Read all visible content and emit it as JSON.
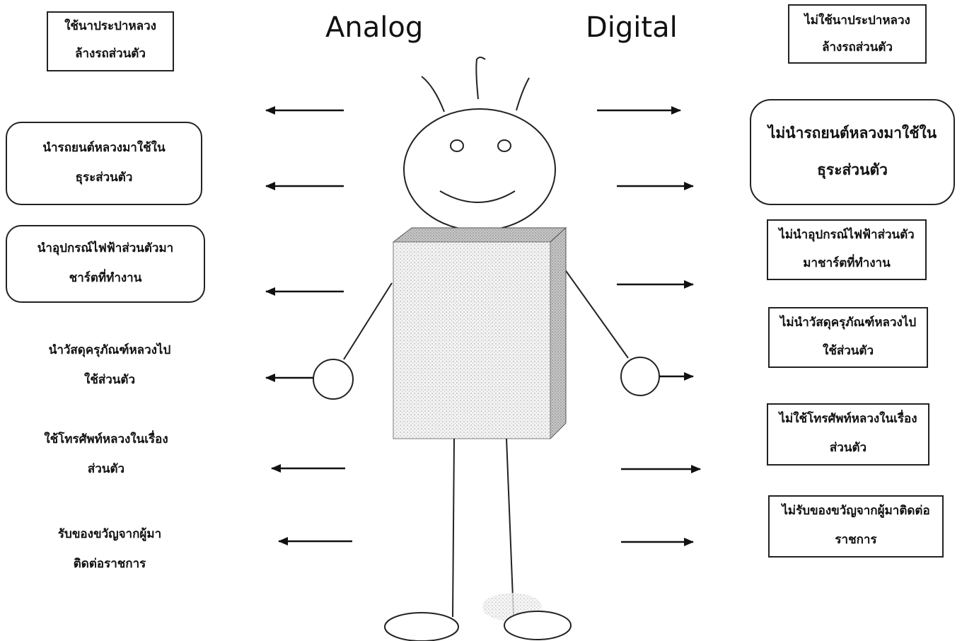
{
  "headings": {
    "analog": "Analog",
    "digital": "Digital"
  },
  "analog": [
    {
      "line1": "ใช้นาประปาหลวง",
      "line2": "ล้างรถส่วนตัว"
    },
    {
      "line1": "นำรถยนต์หลวงมาใช้ใน",
      "line2": "ธุระส่วนตัว"
    },
    {
      "line1": "นำอุปกรณ์ไฟฟ้าส่วนตัวมา",
      "line2": "ชาร์ตที่ทำงาน"
    },
    {
      "line1": "นำวัสดุครุภัณฑ์หลวงไป",
      "line2": "ใช้ส่วนตัว"
    },
    {
      "line1": "ใช้โทรศัพท์หลวงในเรื่อง",
      "line2": "ส่วนตัว"
    },
    {
      "line1": "รับของขวัญจากผู้มา",
      "line2": "ติดต่อราชการ"
    }
  ],
  "digital": [
    {
      "line1": "ไม่ใช้นาประปาหลวง",
      "line2": "ล้างรถส่วนตัว"
    },
    {
      "line1": "ไม่นำรถยนต์หลวงมาใช้ใน",
      "line2": "ธุระส่วนตัว"
    },
    {
      "line1": "ไม่นำอุปกรณ์ไฟฟ้าส่วนตัว",
      "line2": "มาชาร์ตที่ทำงาน"
    },
    {
      "line1": "ไม่นำวัสดุครุภัณฑ์หลวงไป",
      "line2": "ใช้ส่วนตัว"
    },
    {
      "line1": "ไม่ใช้โทรศัพท์หลวงในเรื่อง",
      "line2": "ส่วนตัว"
    },
    {
      "line1": "ไม่รับของขวัญจากผู้มาติดต่อ",
      "line2": "ราชการ"
    }
  ]
}
